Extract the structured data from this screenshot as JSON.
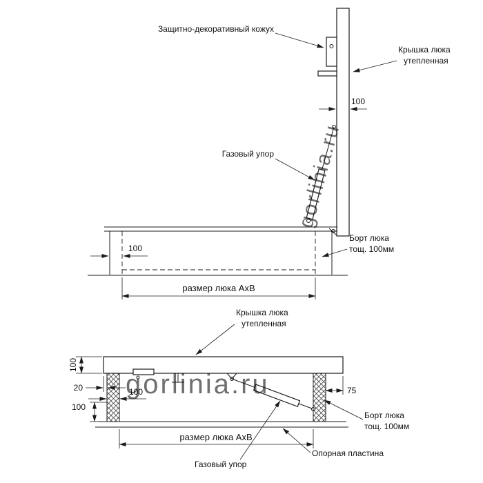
{
  "watermark": "gorlinia.ru",
  "colors": {
    "line": "#1b1b1b",
    "watermark": "#b9c0c7"
  },
  "open_view": {
    "casing_label": "Защитно-декоративный кожух",
    "cover_label_1": "Крышка люка",
    "cover_label_2": "утепленная",
    "lid_thickness_dim": "100",
    "gas_strut_label": "Газовый упор",
    "wall_dim": "100",
    "board_label_1": "Борт люка",
    "board_label_2": "тощ. 100мм",
    "size_dim": "размер люка АхВ"
  },
  "closed_view": {
    "cover_label_1": "Крышка люка",
    "cover_label_2": "утепленная",
    "lid_thickness_dim": "100",
    "gap_dim": "20",
    "wall_dim": "100",
    "depth_dim": "100",
    "overhang_dim": "75",
    "board_label_1": "Борт люка",
    "board_label_2": "тощ. 100мм",
    "size_dim": "размер люка АхВ",
    "gas_strut_label": "Газовый упор",
    "plate_label": "Опорная пластина"
  }
}
